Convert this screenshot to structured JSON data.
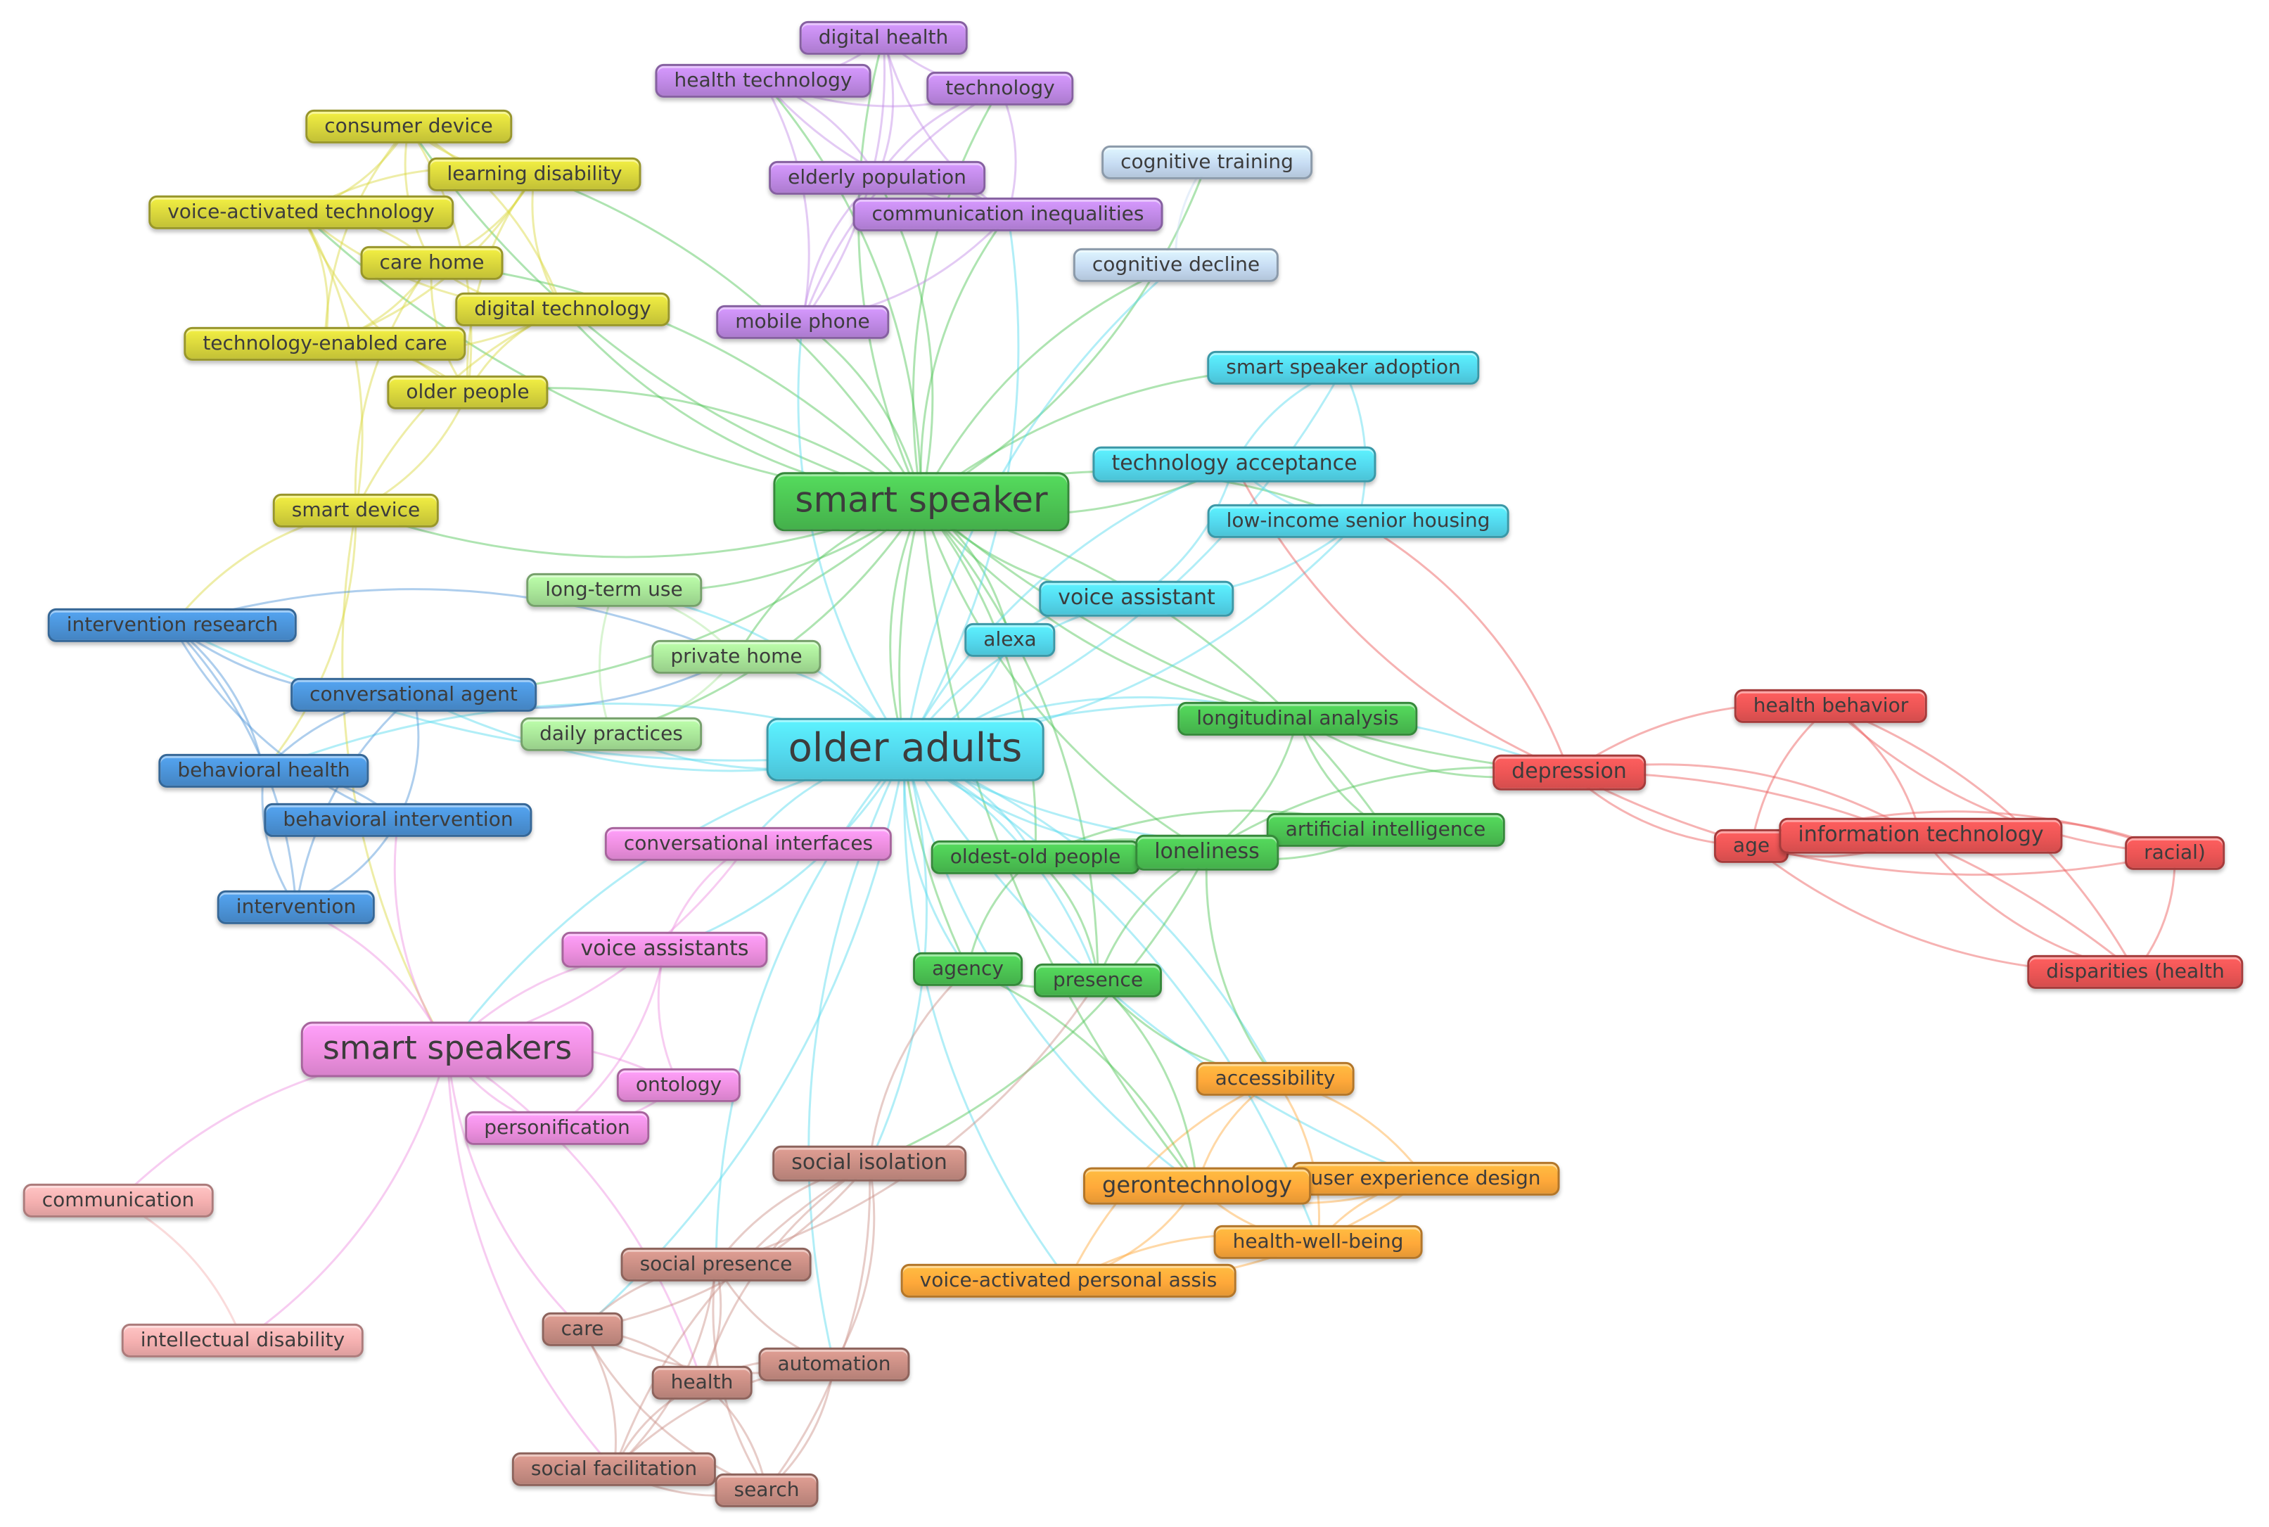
{
  "colors": {
    "purple": "#c089e6",
    "yellow": "#d9d63c",
    "lightblue": "#c7dcf3",
    "cyan": "#53d9ee",
    "green": "#4cc453",
    "lightgreen": "#a9e699",
    "blue": "#4b93d8",
    "pink": "#ee8fe0",
    "salmon": "#f5b0b0",
    "brown": "#c98e84",
    "orange": "#ffa93a",
    "red": "#ec5555",
    "text": "#3c3c3c"
  },
  "nodes": [
    {
      "id": "digital-health",
      "label": "digital health",
      "cluster": "purple"
    },
    {
      "id": "health-technology",
      "label": "health technology",
      "cluster": "purple"
    },
    {
      "id": "technology",
      "label": "technology",
      "cluster": "purple"
    },
    {
      "id": "elderly-population",
      "label": "elderly population",
      "cluster": "purple"
    },
    {
      "id": "communication-inequalities",
      "label": "communication inequalities",
      "cluster": "purple"
    },
    {
      "id": "mobile-phone",
      "label": "mobile phone",
      "cluster": "purple"
    },
    {
      "id": "consumer-device",
      "label": "consumer device",
      "cluster": "yellow"
    },
    {
      "id": "learning-disability",
      "label": "learning disability",
      "cluster": "yellow"
    },
    {
      "id": "voice-activated-technology",
      "label": "voice-activated technology",
      "cluster": "yellow"
    },
    {
      "id": "care-home",
      "label": "care home",
      "cluster": "yellow"
    },
    {
      "id": "digital-technology",
      "label": "digital technology",
      "cluster": "yellow"
    },
    {
      "id": "technology-enabled-care",
      "label": "technology-enabled care",
      "cluster": "yellow"
    },
    {
      "id": "older-people",
      "label": "older people",
      "cluster": "yellow"
    },
    {
      "id": "smart-device",
      "label": "smart device",
      "cluster": "yellow"
    },
    {
      "id": "cognitive-training",
      "label": "cognitive training",
      "cluster": "lightblue"
    },
    {
      "id": "cognitive-decline",
      "label": "cognitive decline",
      "cluster": "lightblue"
    },
    {
      "id": "smart-speaker-adoption",
      "label": "smart speaker adoption",
      "cluster": "cyan"
    },
    {
      "id": "technology-acceptance",
      "label": "technology acceptance",
      "cluster": "cyan"
    },
    {
      "id": "low-income-senior-housing",
      "label": "low-income senior housing",
      "cluster": "cyan"
    },
    {
      "id": "voice-assistant",
      "label": "voice assistant",
      "cluster": "cyan"
    },
    {
      "id": "alexa",
      "label": "alexa",
      "cluster": "cyan"
    },
    {
      "id": "older-adults",
      "label": "older adults",
      "cluster": "cyan",
      "big": true
    },
    {
      "id": "smart-speaker",
      "label": "smart speaker",
      "cluster": "green",
      "big": true
    },
    {
      "id": "long-term-use",
      "label": "long-term use",
      "cluster": "lightgreen"
    },
    {
      "id": "private-home",
      "label": "private home",
      "cluster": "lightgreen"
    },
    {
      "id": "daily-practices",
      "label": "daily practices",
      "cluster": "lightgreen"
    },
    {
      "id": "intervention-research",
      "label": "intervention research",
      "cluster": "blue"
    },
    {
      "id": "conversational-agent",
      "label": "conversational agent",
      "cluster": "blue"
    },
    {
      "id": "behavioral-health",
      "label": "behavioral health",
      "cluster": "blue"
    },
    {
      "id": "behavioral-intervention",
      "label": "behavioral intervention",
      "cluster": "blue"
    },
    {
      "id": "intervention",
      "label": "intervention",
      "cluster": "blue"
    },
    {
      "id": "longitudinal-analysis",
      "label": "longitudinal analysis",
      "cluster": "green"
    },
    {
      "id": "artificial-intelligence",
      "label": "artificial intelligence",
      "cluster": "green"
    },
    {
      "id": "oldest-old-people",
      "label": "oldest-old people",
      "cluster": "green"
    },
    {
      "id": "loneliness",
      "label": "loneliness",
      "cluster": "green"
    },
    {
      "id": "agency",
      "label": "agency",
      "cluster": "green"
    },
    {
      "id": "presence",
      "label": "presence",
      "cluster": "green"
    },
    {
      "id": "conversational-interfaces",
      "label": "conversational interfaces",
      "cluster": "pink"
    },
    {
      "id": "voice-assistants",
      "label": "voice assistants",
      "cluster": "pink"
    },
    {
      "id": "smart-speakers",
      "label": "smart speakers",
      "cluster": "pink",
      "big": true
    },
    {
      "id": "ontology",
      "label": "ontology",
      "cluster": "pink"
    },
    {
      "id": "personification",
      "label": "personification",
      "cluster": "pink"
    },
    {
      "id": "communication",
      "label": "communication",
      "cluster": "salmon"
    },
    {
      "id": "intellectual-disability",
      "label": "intellectual disability",
      "cluster": "salmon"
    },
    {
      "id": "social-isolation",
      "label": "social isolation",
      "cluster": "brown"
    },
    {
      "id": "social-presence",
      "label": "social presence",
      "cluster": "brown"
    },
    {
      "id": "care",
      "label": "care",
      "cluster": "brown"
    },
    {
      "id": "health",
      "label": "health",
      "cluster": "brown"
    },
    {
      "id": "automation",
      "label": "automation",
      "cluster": "brown"
    },
    {
      "id": "social-facilitation",
      "label": "social facilitation",
      "cluster": "brown"
    },
    {
      "id": "search",
      "label": "search",
      "cluster": "brown"
    },
    {
      "id": "accessibility",
      "label": "accessibility",
      "cluster": "orange"
    },
    {
      "id": "user-experience-design",
      "label": "user experience design",
      "cluster": "orange"
    },
    {
      "id": "gerontechnology",
      "label": "gerontechnology",
      "cluster": "orange"
    },
    {
      "id": "health-well-being",
      "label": "health-well-being",
      "cluster": "orange"
    },
    {
      "id": "voice-activated-personal-assis",
      "label": "voice-activated personal assis",
      "cluster": "orange"
    },
    {
      "id": "depression",
      "label": "depression",
      "cluster": "red"
    },
    {
      "id": "health-behavior",
      "label": "health behavior",
      "cluster": "red"
    },
    {
      "id": "age",
      "label": "age",
      "cluster": "red"
    },
    {
      "id": "information-technology",
      "label": "information technology",
      "cluster": "red"
    },
    {
      "id": "racial",
      "label": "racial)",
      "cluster": "red"
    },
    {
      "id": "disparities-health",
      "label": "disparities (health",
      "cluster": "red"
    }
  ],
  "edges": [
    [
      "smart-speaker",
      "digital-health"
    ],
    [
      "smart-speaker",
      "health-technology"
    ],
    [
      "smart-speaker",
      "technology"
    ],
    [
      "smart-speaker",
      "elderly-population"
    ],
    [
      "smart-speaker",
      "communication-inequalities"
    ],
    [
      "smart-speaker",
      "mobile-phone"
    ],
    [
      "smart-speaker",
      "consumer-device"
    ],
    [
      "smart-speaker",
      "learning-disability"
    ],
    [
      "smart-speaker",
      "voice-activated-technology"
    ],
    [
      "smart-speaker",
      "care-home"
    ],
    [
      "smart-speaker",
      "digital-technology"
    ],
    [
      "smart-speaker",
      "older-people"
    ],
    [
      "smart-speaker",
      "smart-device"
    ],
    [
      "smart-speaker",
      "cognitive-training"
    ],
    [
      "smart-speaker",
      "cognitive-decline"
    ],
    [
      "smart-speaker",
      "technology-acceptance"
    ],
    [
      "smart-speaker",
      "low-income-senior-housing"
    ],
    [
      "smart-speaker",
      "voice-assistant"
    ],
    [
      "smart-speaker",
      "alexa"
    ],
    [
      "smart-speaker",
      "older-adults"
    ],
    [
      "smart-speaker",
      "long-term-use"
    ],
    [
      "smart-speaker",
      "private-home"
    ],
    [
      "smart-speaker",
      "daily-practices"
    ],
    [
      "smart-speaker",
      "loneliness"
    ],
    [
      "smart-speaker",
      "oldest-old-people"
    ],
    [
      "smart-speaker",
      "depression"
    ],
    [
      "smart-speaker",
      "smart-speaker-adoption"
    ],
    [
      "smart-speaker",
      "longitudinal-analysis"
    ],
    [
      "smart-speaker",
      "artificial-intelligence"
    ],
    [
      "smart-speaker",
      "agency"
    ],
    [
      "smart-speaker",
      "presence"
    ],
    [
      "smart-speaker",
      "gerontechnology"
    ],
    [
      "smart-speaker",
      "conversational-agent"
    ],
    [
      "older-adults",
      "smart-speaker-adoption"
    ],
    [
      "older-adults",
      "technology-acceptance"
    ],
    [
      "older-adults",
      "low-income-senior-housing"
    ],
    [
      "older-adults",
      "voice-assistant"
    ],
    [
      "older-adults",
      "alexa"
    ],
    [
      "older-adults",
      "longitudinal-analysis"
    ],
    [
      "older-adults",
      "artificial-intelligence"
    ],
    [
      "older-adults",
      "depression"
    ],
    [
      "older-adults",
      "loneliness"
    ],
    [
      "older-adults",
      "oldest-old-people"
    ],
    [
      "older-adults",
      "agency"
    ],
    [
      "older-adults",
      "presence"
    ],
    [
      "older-adults",
      "conversational-interfaces"
    ],
    [
      "older-adults",
      "voice-assistants"
    ],
    [
      "older-adults",
      "smart-speakers"
    ],
    [
      "older-adults",
      "social-isolation"
    ],
    [
      "older-adults",
      "gerontechnology"
    ],
    [
      "older-adults",
      "accessibility"
    ],
    [
      "older-adults",
      "user-experience-design"
    ],
    [
      "older-adults",
      "health-well-being"
    ],
    [
      "older-adults",
      "voice-activated-personal-assis"
    ],
    [
      "older-adults",
      "conversational-agent"
    ],
    [
      "older-adults",
      "behavioral-health"
    ],
    [
      "older-adults",
      "intervention-research"
    ],
    [
      "older-adults",
      "private-home"
    ],
    [
      "older-adults",
      "daily-practices"
    ],
    [
      "older-adults",
      "long-term-use"
    ],
    [
      "older-adults",
      "mobile-phone"
    ],
    [
      "older-adults",
      "communication-inequalities"
    ],
    [
      "older-adults",
      "cognitive-decline"
    ],
    [
      "older-adults",
      "social-presence"
    ],
    [
      "older-adults",
      "care"
    ],
    [
      "older-adults",
      "automation"
    ],
    [
      "digital-health",
      "health-technology"
    ],
    [
      "digital-health",
      "technology"
    ],
    [
      "digital-health",
      "elderly-population"
    ],
    [
      "digital-health",
      "communication-inequalities"
    ],
    [
      "digital-health",
      "mobile-phone"
    ],
    [
      "health-technology",
      "technology"
    ],
    [
      "health-technology",
      "elderly-population"
    ],
    [
      "health-technology",
      "communication-inequalities"
    ],
    [
      "health-technology",
      "mobile-phone"
    ],
    [
      "technology",
      "elderly-population"
    ],
    [
      "technology",
      "communication-inequalities"
    ],
    [
      "technology",
      "mobile-phone"
    ],
    [
      "elderly-population",
      "communication-inequalities"
    ],
    [
      "elderly-population",
      "mobile-phone"
    ],
    [
      "communication-inequalities",
      "mobile-phone"
    ],
    [
      "consumer-device",
      "learning-disability"
    ],
    [
      "consumer-device",
      "voice-activated-technology"
    ],
    [
      "consumer-device",
      "care-home"
    ],
    [
      "consumer-device",
      "digital-technology"
    ],
    [
      "consumer-device",
      "technology-enabled-care"
    ],
    [
      "consumer-device",
      "older-people"
    ],
    [
      "learning-disability",
      "voice-activated-technology"
    ],
    [
      "learning-disability",
      "care-home"
    ],
    [
      "learning-disability",
      "digital-technology"
    ],
    [
      "learning-disability",
      "technology-enabled-care"
    ],
    [
      "learning-disability",
      "older-people"
    ],
    [
      "voice-activated-technology",
      "care-home"
    ],
    [
      "voice-activated-technology",
      "digital-technology"
    ],
    [
      "voice-activated-technology",
      "technology-enabled-care"
    ],
    [
      "voice-activated-technology",
      "older-people"
    ],
    [
      "voice-activated-technology",
      "smart-device"
    ],
    [
      "care-home",
      "digital-technology"
    ],
    [
      "care-home",
      "technology-enabled-care"
    ],
    [
      "care-home",
      "older-people"
    ],
    [
      "digital-technology",
      "technology-enabled-care"
    ],
    [
      "digital-technology",
      "older-people"
    ],
    [
      "technology-enabled-care",
      "older-people"
    ],
    [
      "smart-device",
      "older-people"
    ],
    [
      "smart-device",
      "care-home"
    ],
    [
      "smart-device",
      "intervention-research"
    ],
    [
      "smart-device",
      "behavioral-health"
    ],
    [
      "smart-device",
      "smart-speakers"
    ],
    [
      "smart-device",
      "digital-technology"
    ],
    [
      "smart-speaker-adoption",
      "technology-acceptance"
    ],
    [
      "smart-speaker-adoption",
      "low-income-senior-housing"
    ],
    [
      "technology-acceptance",
      "low-income-senior-housing"
    ],
    [
      "technology-acceptance",
      "voice-assistant"
    ],
    [
      "voice-assistant",
      "alexa"
    ],
    [
      "low-income-senior-housing",
      "voice-assistant"
    ],
    [
      "cognitive-training",
      "cognitive-decline"
    ],
    [
      "long-term-use",
      "private-home"
    ],
    [
      "long-term-use",
      "daily-practices"
    ],
    [
      "private-home",
      "daily-practices"
    ],
    [
      "intervention-research",
      "conversational-agent"
    ],
    [
      "intervention-research",
      "behavioral-health"
    ],
    [
      "intervention-research",
      "behavioral-intervention"
    ],
    [
      "intervention-research",
      "intervention"
    ],
    [
      "conversational-agent",
      "behavioral-health"
    ],
    [
      "conversational-agent",
      "behavioral-intervention"
    ],
    [
      "conversational-agent",
      "intervention"
    ],
    [
      "behavioral-health",
      "behavioral-intervention"
    ],
    [
      "behavioral-health",
      "intervention"
    ],
    [
      "behavioral-intervention",
      "intervention"
    ],
    [
      "conversational-agent",
      "private-home"
    ],
    [
      "intervention-research",
      "private-home"
    ],
    [
      "longitudinal-analysis",
      "artificial-intelligence"
    ],
    [
      "longitudinal-analysis",
      "loneliness"
    ],
    [
      "longitudinal-analysis",
      "depression"
    ],
    [
      "artificial-intelligence",
      "loneliness"
    ],
    [
      "artificial-intelligence",
      "oldest-old-people"
    ],
    [
      "oldest-old-people",
      "loneliness"
    ],
    [
      "oldest-old-people",
      "agency"
    ],
    [
      "oldest-old-people",
      "presence"
    ],
    [
      "agency",
      "presence"
    ],
    [
      "loneliness",
      "depression"
    ],
    [
      "loneliness",
      "presence"
    ],
    [
      "loneliness",
      "social-isolation"
    ],
    [
      "conversational-interfaces",
      "voice-assistants"
    ],
    [
      "conversational-interfaces",
      "smart-speakers"
    ],
    [
      "voice-assistants",
      "smart-speakers"
    ],
    [
      "smart-speakers",
      "ontology"
    ],
    [
      "smart-speakers",
      "personification"
    ],
    [
      "ontology",
      "personification"
    ],
    [
      "voice-assistants",
      "ontology"
    ],
    [
      "voice-assistants",
      "personification"
    ],
    [
      "smart-speakers",
      "communication"
    ],
    [
      "smart-speakers",
      "intellectual-disability"
    ],
    [
      "smart-speakers",
      "intervention"
    ],
    [
      "smart-speakers",
      "behavioral-intervention"
    ],
    [
      "smart-speakers",
      "social-facilitation"
    ],
    [
      "smart-speakers",
      "health"
    ],
    [
      "smart-speakers",
      "care"
    ],
    [
      "communication",
      "intellectual-disability"
    ],
    [
      "social-isolation",
      "social-presence"
    ],
    [
      "social-isolation",
      "care"
    ],
    [
      "social-isolation",
      "health"
    ],
    [
      "social-isolation",
      "automation"
    ],
    [
      "social-isolation",
      "social-facilitation"
    ],
    [
      "social-isolation",
      "search"
    ],
    [
      "social-presence",
      "care"
    ],
    [
      "social-presence",
      "health"
    ],
    [
      "social-presence",
      "automation"
    ],
    [
      "social-presence",
      "social-facilitation"
    ],
    [
      "social-presence",
      "search"
    ],
    [
      "care",
      "health"
    ],
    [
      "care",
      "automation"
    ],
    [
      "care",
      "social-facilitation"
    ],
    [
      "care",
      "search"
    ],
    [
      "health",
      "automation"
    ],
    [
      "health",
      "social-facilitation"
    ],
    [
      "health",
      "search"
    ],
    [
      "automation",
      "social-facilitation"
    ],
    [
      "automation",
      "search"
    ],
    [
      "social-facilitation",
      "search"
    ],
    [
      "social-isolation",
      "agency"
    ],
    [
      "social-presence",
      "presence"
    ],
    [
      "accessibility",
      "user-experience-design"
    ],
    [
      "accessibility",
      "gerontechnology"
    ],
    [
      "accessibility",
      "health-well-being"
    ],
    [
      "accessibility",
      "voice-activated-personal-assis"
    ],
    [
      "user-experience-design",
      "gerontechnology"
    ],
    [
      "user-experience-design",
      "health-well-being"
    ],
    [
      "user-experience-design",
      "voice-activated-personal-assis"
    ],
    [
      "gerontechnology",
      "health-well-being"
    ],
    [
      "gerontechnology",
      "voice-activated-personal-assis"
    ],
    [
      "health-well-being",
      "voice-activated-personal-assis"
    ],
    [
      "presence",
      "gerontechnology"
    ],
    [
      "presence",
      "accessibility"
    ],
    [
      "agency",
      "gerontechnology"
    ],
    [
      "loneliness",
      "accessibility"
    ],
    [
      "depression",
      "health-behavior"
    ],
    [
      "depression",
      "age"
    ],
    [
      "depression",
      "information-technology"
    ],
    [
      "depression",
      "racial"
    ],
    [
      "depression",
      "disparities-health"
    ],
    [
      "health-behavior",
      "age"
    ],
    [
      "health-behavior",
      "information-technology"
    ],
    [
      "health-behavior",
      "racial"
    ],
    [
      "health-behavior",
      "disparities-health"
    ],
    [
      "age",
      "information-technology"
    ],
    [
      "age",
      "racial"
    ],
    [
      "age",
      "disparities-health"
    ],
    [
      "information-technology",
      "racial"
    ],
    [
      "information-technology",
      "disparities-health"
    ],
    [
      "racial",
      "disparities-health"
    ],
    [
      "depression",
      "low-income-senior-housing"
    ],
    [
      "depression",
      "technology-acceptance"
    ]
  ]
}
